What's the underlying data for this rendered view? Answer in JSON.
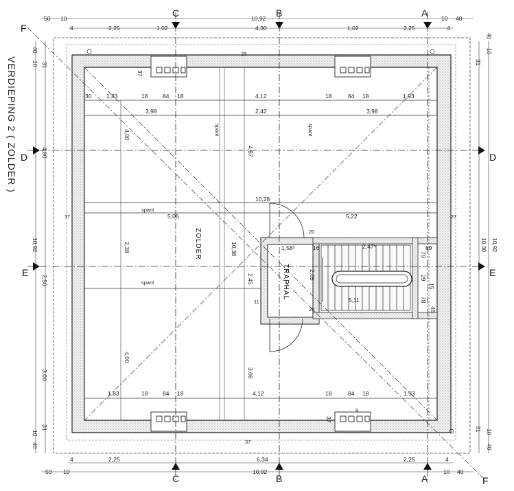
{
  "title": "VERDIEPING 2 ( ZOLDER )",
  "rooms": {
    "zolder": "ZOLDER",
    "traphal": "TRAPHAL"
  },
  "labels": {
    "spant": "spant"
  },
  "markers": {
    "a": "A",
    "b": "B",
    "c": "C",
    "d": "D",
    "e": "E",
    "f": "F"
  },
  "top_dims": {
    "row1": [
      "50",
      "10",
      "10,92",
      "10",
      "40"
    ],
    "row2": [
      "4",
      "2,25",
      "1,02",
      "4,30",
      "1,02",
      "2,25",
      "4"
    ]
  },
  "bottom_dims": {
    "row1": [
      "4",
      "2,25",
      "6,34",
      "2,25",
      "4"
    ],
    "row2": [
      "50",
      "10",
      "10,92",
      "10",
      "40"
    ]
  },
  "left_dims": [
    "40",
    "10",
    "31",
    "4,80",
    "10,92",
    "2,50",
    "3,00",
    "31",
    "10",
    "40"
  ],
  "right_dims": [
    "40",
    "10",
    "31",
    "10,92",
    "10,30",
    "31",
    "10",
    "40"
  ],
  "interior_dims": {
    "top_row": [
      "30",
      "1,83",
      "18",
      "84",
      "18",
      "4,12",
      "18",
      "84",
      "18",
      "1,93"
    ],
    "second_row": [
      "3,98",
      "2,42",
      "3,98"
    ],
    "span_row": [
      "10,28"
    ],
    "mid_row": [
      "5,06",
      "5,22"
    ],
    "bottom_row": [
      "1,83",
      "18",
      "84",
      "18",
      "4,12",
      "18",
      "84",
      "18",
      "1,93"
    ],
    "verticals": [
      "4,00",
      "4,87",
      "2,38",
      "10,38",
      "2,45",
      "4,00",
      "3,06"
    ],
    "wall": [
      "37",
      "27",
      "29",
      "37",
      "37",
      "37",
      "11",
      "20",
      "20",
      "9"
    ],
    "stair": [
      "1,58⁵",
      "16",
      "2,47⁵",
      "89",
      "2,05",
      "5,11",
      "79",
      "29",
      "78",
      "45",
      "15"
    ]
  }
}
